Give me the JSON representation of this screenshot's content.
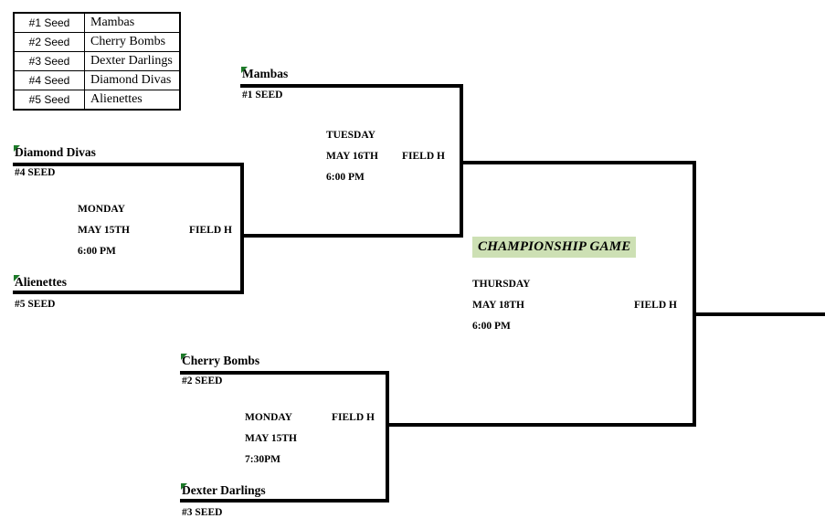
{
  "seed_table": {
    "rows": [
      {
        "seed": "#1 Seed",
        "team": "Mambas"
      },
      {
        "seed": "#2 Seed",
        "team": "Cherry Bombs"
      },
      {
        "seed": "#3 Seed",
        "team": "Dexter Darlings"
      },
      {
        "seed": "#4 Seed",
        "team": "Diamond Divas"
      },
      {
        "seed": "#5 Seed",
        "team": "Alienettes"
      }
    ]
  },
  "bracket": {
    "slots": {
      "mambas": {
        "team": "Mambas",
        "seed": "#1 SEED"
      },
      "diamond_divas": {
        "team": "Diamond Divas",
        "seed": "#4 SEED"
      },
      "alienettes": {
        "team": "Alienettes",
        "seed": "#5 SEED"
      },
      "cherry_bombs": {
        "team": "Cherry Bombs",
        "seed": "#2 SEED"
      },
      "dexter_darlings": {
        "team": "Dexter Darlings",
        "seed": "#3 SEED"
      }
    },
    "games": {
      "game1": {
        "day": "MONDAY",
        "date": "MAY 15TH",
        "time": "6:00 PM",
        "field": "FIELD H"
      },
      "game2": {
        "day": "MONDAY",
        "date": "MAY 15TH",
        "time": "7:30PM",
        "field": "FIELD H"
      },
      "game3": {
        "day": "TUESDAY",
        "date": "MAY 16TH",
        "time": "6:00 PM",
        "field": "FIELD H"
      },
      "championship": {
        "banner": "CHAMPIONSHIP GAME",
        "day": "THURSDAY",
        "date": "MAY 18TH",
        "time": "6:00 PM",
        "field": "FIELD H"
      }
    }
  },
  "colors": {
    "line": "#000000",
    "highlight": "#cde0b4",
    "comment_tag": "#1d7a29"
  }
}
